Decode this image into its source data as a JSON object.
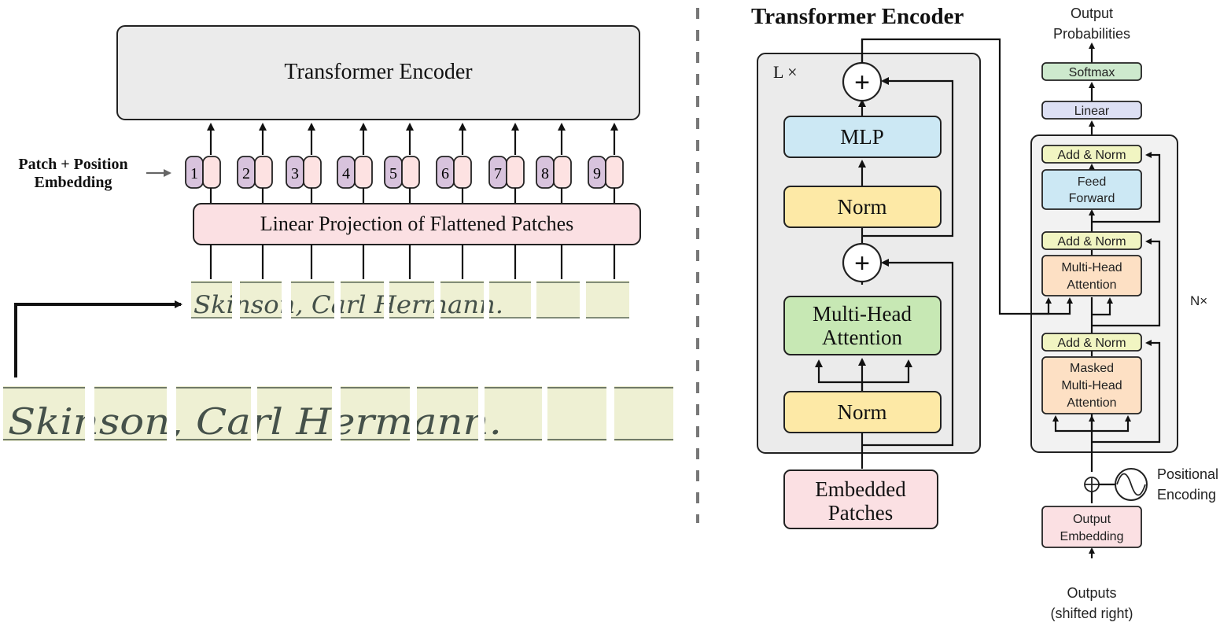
{
  "left": {
    "encoder_label": "Transformer Encoder",
    "embedding_label_line1": "Patch + Position",
    "embedding_label_line2": "Embedding",
    "projection_label": "Linear Projection of Flattened Patches",
    "position_numbers": [
      "1",
      "2",
      "3",
      "4",
      "5",
      "6",
      "7",
      "8",
      "9"
    ],
    "handwriting_text": "Skinson, Carl Hermann."
  },
  "middle": {
    "title": "Transformer Encoder",
    "repeat_label": "L ×",
    "plus_symbol": "+",
    "mlp_label": "MLP",
    "norm_label": "Norm",
    "mha_line1": "Multi-Head",
    "mha_line2": "Attention",
    "input_line1": "Embedded",
    "input_line2": "Patches"
  },
  "right": {
    "output_line1": "Output",
    "output_line2": "Probabilities",
    "softmax": "Softmax",
    "linear": "Linear",
    "add_norm": "Add & Norm",
    "ff_line1": "Feed",
    "ff_line2": "Forward",
    "mha_line1": "Multi-Head",
    "mha_line2": "Attention",
    "masked_line1": "Masked",
    "masked_line2": "Multi-Head",
    "masked_line3": "Attention",
    "repeat_label": "N×",
    "pos_line1": "Positional",
    "pos_line2": "Encoding",
    "emb_line1": "Output",
    "emb_line2": "Embedding",
    "in_line1": "Outputs",
    "in_line2": "(shifted right)"
  },
  "colors": {
    "encoder_box": "#ebebeb",
    "projection_box": "#fbe0e3",
    "token_purple": "#d8c3dd",
    "token_pink": "#fde2e2",
    "mlp_blue": "#cce8f4",
    "norm_yellow": "#fde9a6",
    "mha_green": "#c7e8b4",
    "embedded_pink": "#fbe0e3",
    "addnorm_yellow": "#f1f5c2",
    "attention_orange": "#fde0c4",
    "softmax_green": "#cde9cd",
    "linear_lavender": "#dde0f4",
    "patch_paper": "#eef0d3"
  }
}
